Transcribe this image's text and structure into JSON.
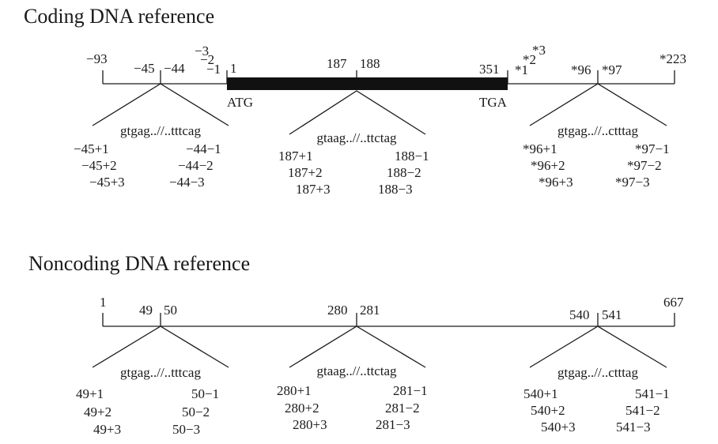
{
  "coding": {
    "title": "Coding DNA reference",
    "positions": [
      "−93",
      "−45",
      "−44",
      "−3",
      "−2",
      "−1",
      "1",
      "187",
      "188",
      "351",
      "*1",
      "*2",
      "*3",
      "*96",
      "*97",
      "*223"
    ],
    "start_codon": "ATG",
    "stop_codon": "TGA",
    "introns": [
      {
        "sequence": "gtgag..//..tttcag",
        "donor": [
          "−45+1",
          "−45+2",
          "−45+3"
        ],
        "acceptor": [
          "−44−1",
          "−44−2",
          "−44−3"
        ]
      },
      {
        "sequence": "gtaag..//..ttctag",
        "donor": [
          "187+1",
          "187+2",
          "187+3"
        ],
        "acceptor": [
          "188−1",
          "188−2",
          "188−3"
        ]
      },
      {
        "sequence": "gtgag..//..ctttag",
        "donor": [
          "*96+1",
          "*96+2",
          "*96+3"
        ],
        "acceptor": [
          "*97−1",
          "*97−2",
          "*97−3"
        ]
      }
    ]
  },
  "noncoding": {
    "title": "Noncoding DNA reference",
    "positions": [
      "1",
      "49",
      "50",
      "280",
      "281",
      "540",
      "541",
      "667"
    ],
    "introns": [
      {
        "sequence": "gtgag..//..tttcag",
        "donor": [
          "49+1",
          "49+2",
          "49+3"
        ],
        "acceptor": [
          "50−1",
          "50−2",
          "50−3"
        ]
      },
      {
        "sequence": "gtaag..//..ttctag",
        "donor": [
          "280+1",
          "280+2",
          "280+3"
        ],
        "acceptor": [
          "281−1",
          "281−2",
          "281−3"
        ]
      },
      {
        "sequence": "gtgag..//..ctttag",
        "donor": [
          "540+1",
          "540+2",
          "540+3"
        ],
        "acceptor": [
          "541−1",
          "541−2",
          "541−3"
        ]
      }
    ]
  }
}
